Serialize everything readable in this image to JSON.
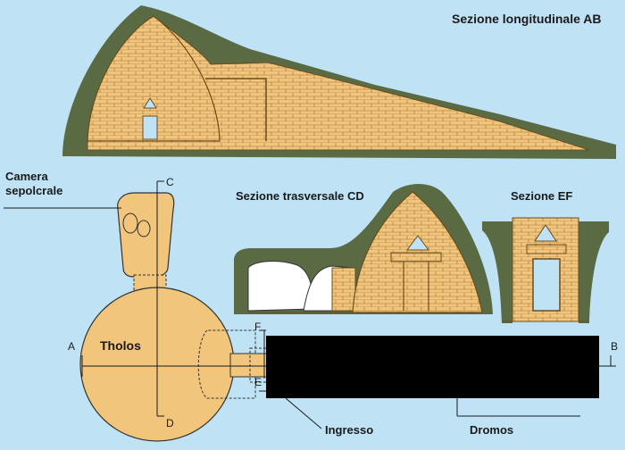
{
  "labels": {
    "section_ab": "Sezione longitudinale AB",
    "section_cd": "Sezione trasversale CD",
    "section_ef": "Sezione EF",
    "camera_line1": "Camera",
    "camera_line2": "sepolcrale",
    "tholos": "Tholos",
    "ingresso": "Ingresso",
    "dromos": "Dromos",
    "letter_a": "A",
    "letter_b": "B",
    "letter_c": "C",
    "letter_d": "D",
    "letter_e": "E",
    "letter_f": "F"
  },
  "colors": {
    "background": "#bfe3f5",
    "earth": "#5a6b44",
    "stone": "#f1c57c",
    "stone_line": "#7a5a22",
    "redaction": "#000000"
  }
}
